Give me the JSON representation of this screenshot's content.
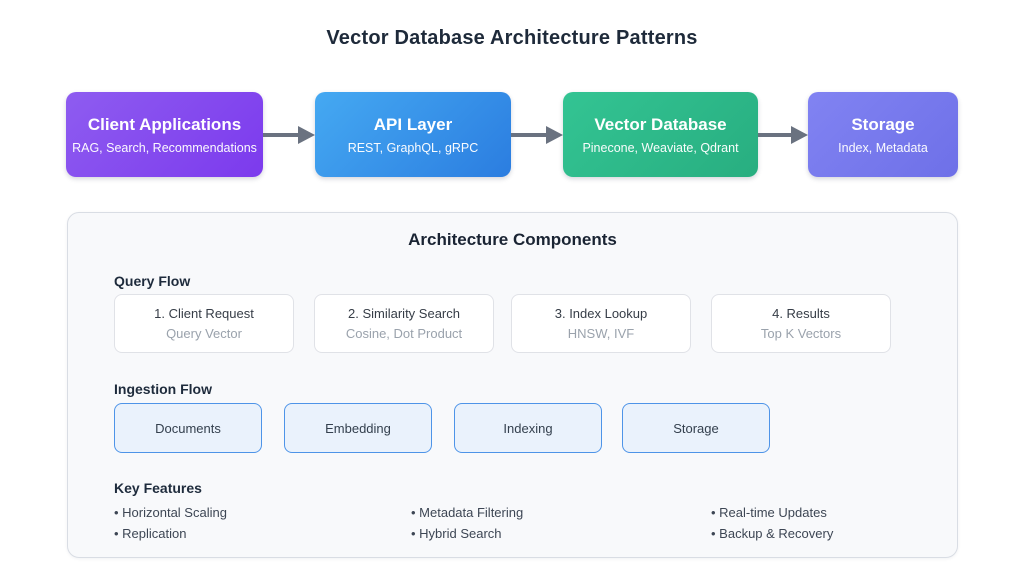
{
  "title": "Vector Database Architecture Patterns",
  "flow": {
    "nodes": [
      {
        "title": "Client Applications",
        "subtitle": "RAG, Search, Recommendations",
        "color_from": "#8e5cf0",
        "color_to": "#7c3aed"
      },
      {
        "title": "API Layer",
        "subtitle": "REST, GraphQL, gRPC",
        "color_from": "#45a9f2",
        "color_to": "#2b7de0"
      },
      {
        "title": "Vector Database",
        "subtitle": "Pinecone, Weaviate, Qdrant",
        "color_from": "#33c493",
        "color_to": "#28ae80"
      },
      {
        "title": "Storage",
        "subtitle": "Index, Metadata",
        "color_from": "#8183f2",
        "color_to": "#6e70e8"
      }
    ],
    "arrow_color": "#6a7280"
  },
  "panel": {
    "title": "Architecture Components",
    "background": "#f8f9fb",
    "border_color": "#d9dde4",
    "query_flow": {
      "heading": "Query Flow",
      "steps": [
        {
          "title": "1. Client Request",
          "subtitle": "Query Vector"
        },
        {
          "title": "2. Similarity Search",
          "subtitle": "Cosine, Dot Product"
        },
        {
          "title": "3. Index Lookup",
          "subtitle": "HNSW, IVF"
        },
        {
          "title": "4. Results",
          "subtitle": "Top K Vectors"
        }
      ]
    },
    "ingestion_flow": {
      "heading": "Ingestion Flow",
      "steps": [
        "Documents",
        "Embedding",
        "Indexing",
        "Storage"
      ],
      "box_background": "#eaf2fc",
      "box_border": "#4e94e8"
    },
    "key_features": {
      "heading": "Key Features",
      "columns": [
        [
          "• Horizontal Scaling",
          "• Replication"
        ],
        [
          "• Metadata Filtering",
          "• Hybrid Search"
        ],
        [
          "• Real-time Updates",
          "• Backup & Recovery"
        ]
      ]
    }
  }
}
